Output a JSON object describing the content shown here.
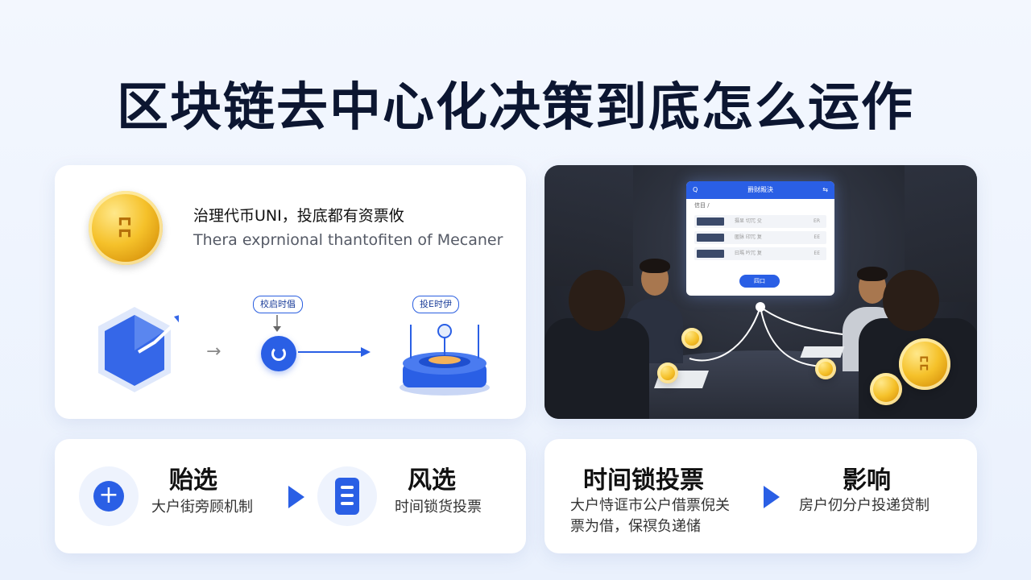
{
  "title": "区块链去中心化决策到底怎么运作",
  "token_card": {
    "coin_glyph": "ʭ",
    "line1": "治理代币UNI，投底都有资票攸",
    "line2": "Thera exprnional thantofiten of Mecaner",
    "pill1": "校启时倡",
    "pill2": "投E时伊",
    "arrow": "→"
  },
  "meeting_card": {
    "screen": {
      "title": "爵财殿決",
      "left_glyph": "Q",
      "right_glyph": "⇆",
      "sub": "信目  /",
      "rows": [
        {
          "text": "摄显 切冗 殳",
          "end": "ER"
        },
        {
          "text": "匿脉 印冗 复",
          "end": "EE"
        },
        {
          "text": "曰瑪 吟冗 复",
          "end": "EE"
        }
      ],
      "button": "四口"
    }
  },
  "steps_left": [
    {
      "title": "贻选",
      "desc": "大户街旁顾机制",
      "icon": "plus-icon"
    },
    {
      "title": "风选",
      "desc": "时间锁货投票",
      "icon": "document-icon"
    }
  ],
  "steps_right": [
    {
      "title": "时间锁投票",
      "desc_line1": "大户恃诓市公户借票倪关",
      "desc_line2": "票为借，保䄙负递储"
    },
    {
      "title": "影响",
      "desc_line1": "房户仞分户投递贷制",
      "desc_line2": ""
    }
  ],
  "plus_glyph": "+",
  "colors": {
    "accent": "#2a5fe5",
    "title": "#0c1631",
    "coin": "#f5c12a"
  }
}
